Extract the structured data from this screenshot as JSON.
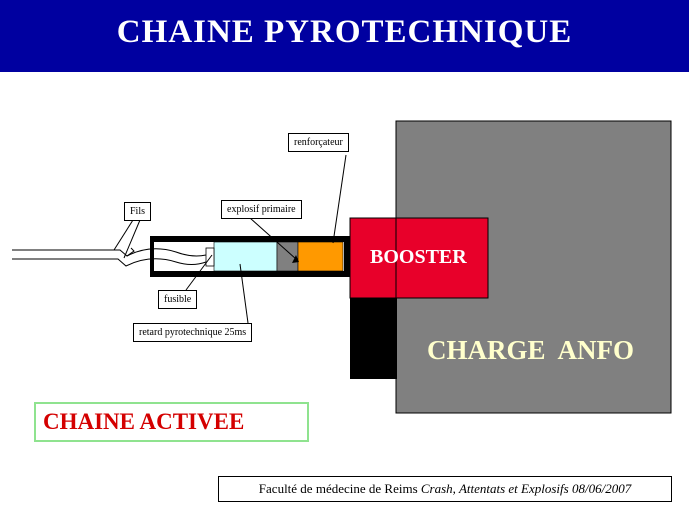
{
  "header": {
    "title": "CHAINE PYROTECHNIQUE",
    "background_color": "#0000a0"
  },
  "labels": {
    "renforcateur": "renforçateur",
    "fils": "Fils",
    "explosif_primaire": "explosif primaire",
    "fusible": "fusible",
    "retard": "retard pyrotechnique  25ms"
  },
  "booster": {
    "label": "BOOSTER",
    "color": "#e8002a"
  },
  "charge": {
    "label": "CHARGE  ANFO",
    "color": "#808080",
    "text_color": "#ffffcc"
  },
  "status": {
    "label": "CHAINE ACTIVEE",
    "color": "#d40000"
  },
  "footer": {
    "institution": "Faculté de médecine de Reims",
    "course": "Crash, Attentats et Explosifs",
    "date": "08/06/2007"
  }
}
